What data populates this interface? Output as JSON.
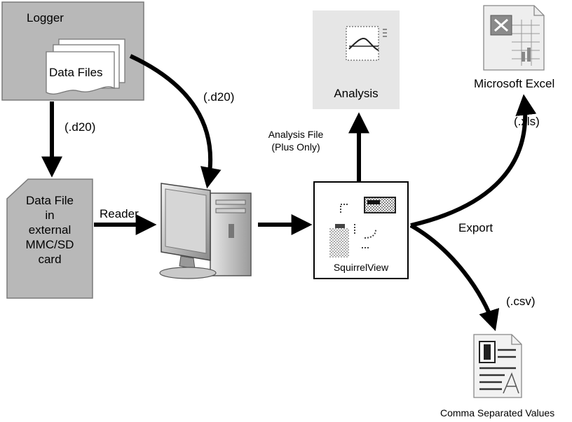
{
  "nodes": {
    "logger": "Logger",
    "data_files": "Data Files",
    "sd_card": [
      "Data File",
      "in",
      "external",
      "MMC/SD",
      "card"
    ],
    "computer_icon": "computer-icon",
    "squirrelview": "SquirrelView",
    "analysis": "Analysis",
    "excel": "Microsoft Excel",
    "csv": "Comma Separated Values"
  },
  "edges": {
    "logger_to_card": "(.d20)",
    "logger_to_computer": "(.d20)",
    "card_to_computer": "Reader",
    "squirrelview_to_analysis": [
      "Analysis File",
      "(Plus Only)"
    ],
    "export": "Export",
    "to_excel": "(.xls)",
    "to_csv": "(.csv)"
  },
  "colors": {
    "box_fill": "#b8b8b8",
    "box_stroke": "#7a7a7a",
    "analysis_panel": "#e6e6e6",
    "arrow": "#000000"
  }
}
